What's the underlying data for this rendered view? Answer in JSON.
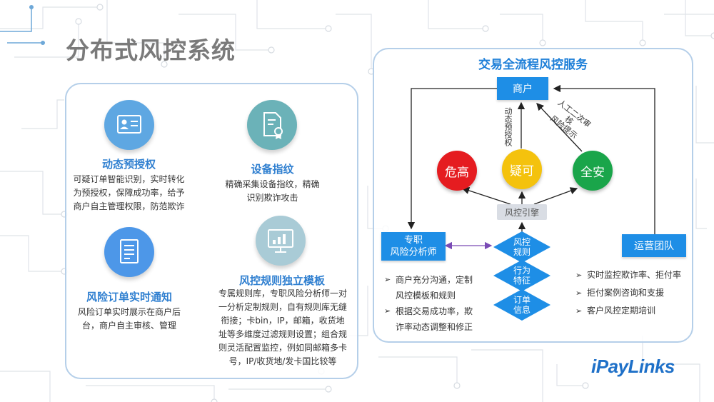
{
  "slide": {
    "title": "分布式风控系统"
  },
  "features": [
    {
      "icon": "id-card-icon",
      "title": "动态预授权",
      "desc": [
        "可疑订单智能识别，实时转化",
        "为预授权，保障成功率，给予",
        "商户自主管理权限，防范欺诈"
      ],
      "color": "#5ea7e2"
    },
    {
      "icon": "certificate-icon",
      "title": "设备指纹",
      "desc": [
        "精确采集设备指纹，精确",
        "识别欺诈攻击"
      ],
      "color": "#6bb2b8"
    },
    {
      "icon": "document-icon",
      "title": "风险订单实时通知",
      "desc": [
        "风险订单实时展示在商户后",
        "台，商户自主审核、管理"
      ],
      "color": "#4d97e8"
    },
    {
      "icon": "monitor-chart-icon",
      "title": "风控规则独立模板",
      "desc": [
        "专属规则库，专职风险分析师一对",
        "一分析定制规则，自有规则库无缝",
        "衔接；卡bin，IP，邮箱，收货地",
        "址等多维度过滤规则设置；组合规",
        "则灵活配置监控，例如同邮箱多卡",
        "号，IP/收货地/发卡国比较等"
      ],
      "color": "#a9cbd6"
    }
  ],
  "service": {
    "title": "交易全流程风控服务",
    "merchant": "商户",
    "risk_high": "危高",
    "risk_doubt": "疑可",
    "risk_safe": "全安",
    "engine": "风控引擎",
    "analyst": [
      "专职",
      "风险分析师"
    ],
    "ops_team": "运营团队",
    "flow": [
      [
        "风控",
        "规则"
      ],
      [
        "行为",
        "特征"
      ],
      [
        "订单",
        "信息"
      ]
    ],
    "label_pre_auth": "动态预授权",
    "label_manual": [
      "人工二次审",
      "核",
      "风险提示"
    ],
    "analyst_bullets": [
      "商户充分沟通，定制",
      "风控模板和规则",
      "根据交易成功率，欺",
      "诈率动态调整和修正"
    ],
    "ops_bullets": [
      "实时监控欺诈率、拒付率",
      "拒付案例咨询和支援",
      "客户风控定期培训"
    ]
  },
  "colors": {
    "blue_box": "#1e8ee6",
    "red": "#e51c20",
    "yellow": "#f4c20d",
    "green": "#1aa54a",
    "purple_link": "#7a4bb5"
  },
  "logo": {
    "text": "iPayLinks"
  }
}
